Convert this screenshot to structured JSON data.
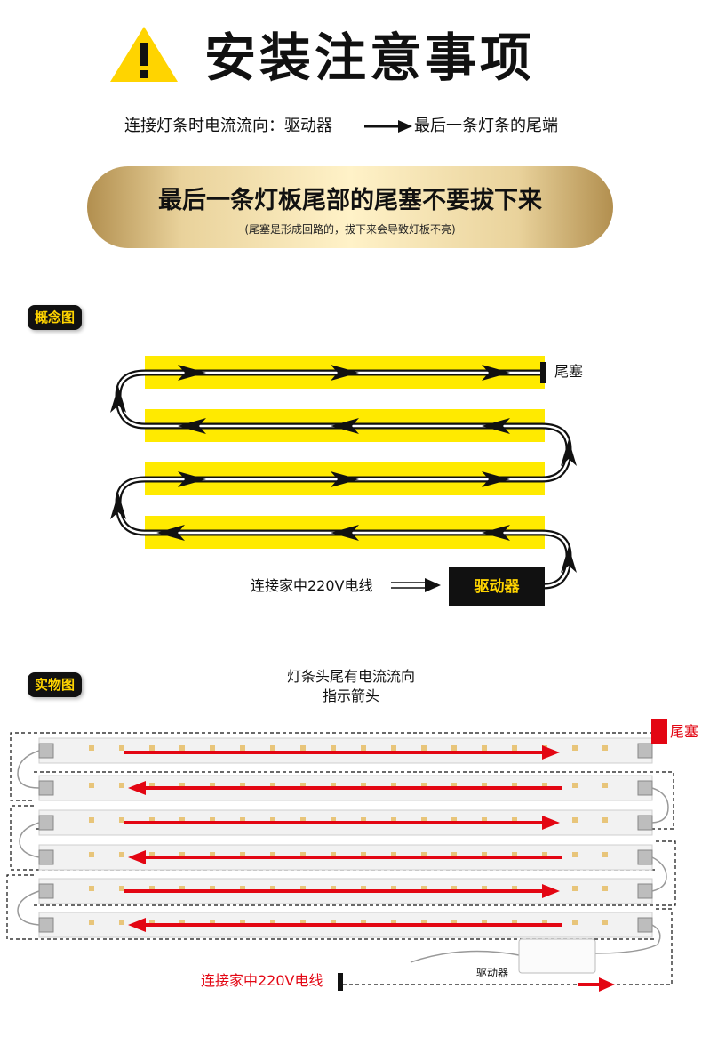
{
  "header": {
    "title": "安装注意事项",
    "flow_left": "连接灯条时电流流向：驱动器",
    "flow_right": "最后一条灯条的尾端"
  },
  "banner": {
    "main": "最后一条灯板尾部的尾塞不要拔下来",
    "sub": "(尾塞是形成回路的，拔下来会导致灯板不亮)"
  },
  "concept": {
    "tag": "概念图",
    "end_plug_label": "尾塞",
    "input_label": "连接家中220V电线",
    "driver_label": "驱动器"
  },
  "real": {
    "tag": "实物图",
    "caption_line1": "灯条头尾有电流流向",
    "caption_line2": "指示箭头",
    "end_plug_label": "尾塞",
    "input_label": "连接家中220V电线",
    "driver_label": "驱动器"
  },
  "colors": {
    "strip_yellow": "#ffea00",
    "arrow_red": "#e30613",
    "tag_text": "#ffd400"
  }
}
